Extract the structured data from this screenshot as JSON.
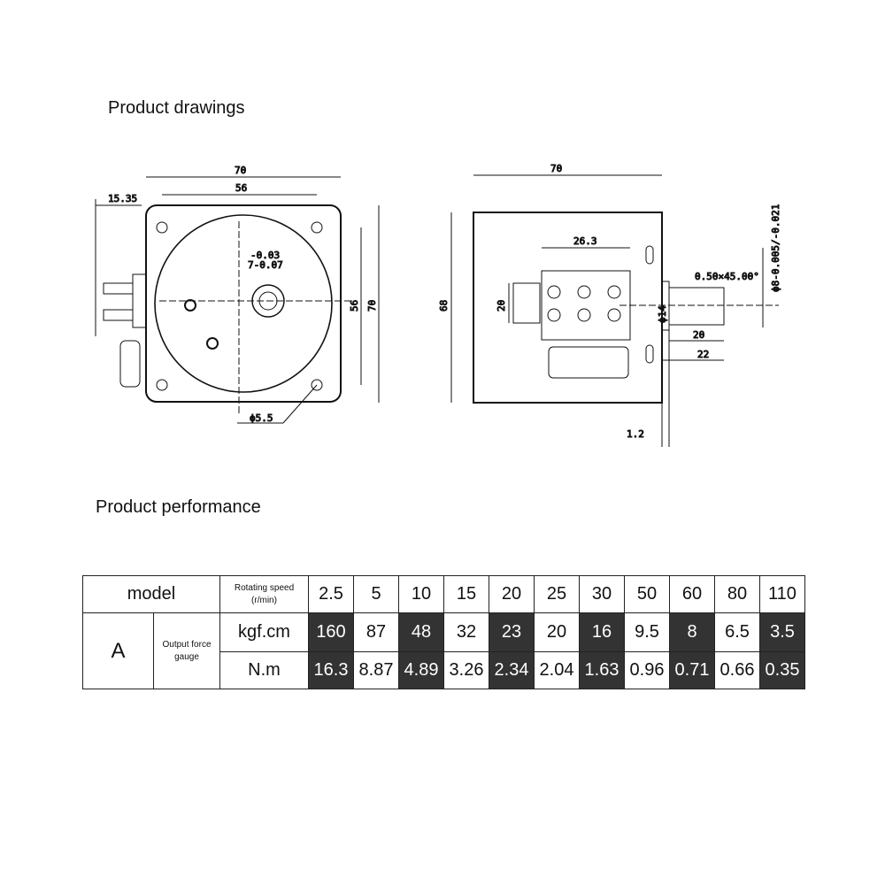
{
  "headings": {
    "drawings": "Product drawings",
    "performance": "Product performance"
  },
  "front_view": {
    "dim_70": "70",
    "dim_56": "56",
    "dim_15_35": "15.35",
    "dim_tol": "-0.03",
    "dim_tol2": "7-0.07",
    "dim_56v": "56",
    "dim_70v": "70",
    "dim_hole": "ϕ5.5"
  },
  "side_view": {
    "dim_70": "70",
    "dim_26_3": "26.3",
    "dim_68": "68",
    "dim_20v": "20",
    "dim_d14": "ϕ14",
    "dim_chamfer": "0.50×45.00°",
    "dim_shaft": "ϕ8-0.005/-0.021",
    "dim_20": "20",
    "dim_22": "22",
    "dim_1_2": "1.2"
  },
  "table": {
    "model_label": "model",
    "speed_label": "Rotating speed",
    "speed_unit": "(r/min)",
    "model_value": "A",
    "force_label": "Output force gauge",
    "unit_kgf": "kgf.cm",
    "unit_nm": "N.m",
    "speeds": [
      "2.5",
      "5",
      "10",
      "15",
      "20",
      "25",
      "30",
      "50",
      "60",
      "80",
      "110"
    ],
    "kgf": [
      "160",
      "87",
      "48",
      "32",
      "23",
      "20",
      "16",
      "9.5",
      "8",
      "6.5",
      "3.5"
    ],
    "nm": [
      "16.3",
      "8.87",
      "4.89",
      "3.26",
      "2.34",
      "2.04",
      "1.63",
      "0.96",
      "0.71",
      "0.66",
      "0.35"
    ]
  }
}
